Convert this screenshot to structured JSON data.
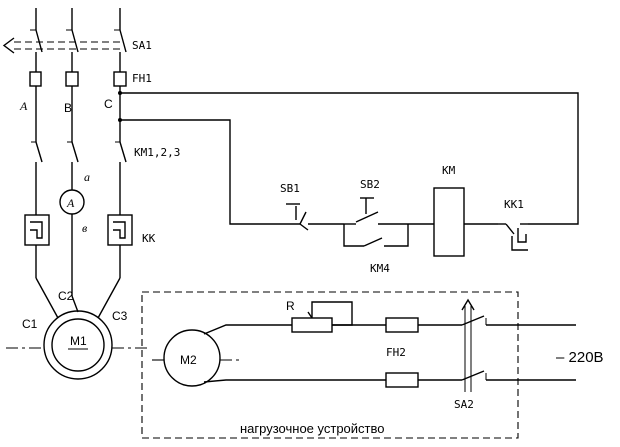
{
  "labels": {
    "sa1": "SA1",
    "fh1": "FH1",
    "phase_a": "A",
    "phase_b": "B",
    "phase_c": "C",
    "km123": "KM1,2,3",
    "ammeter": "A",
    "node_a": "а",
    "node_b": "в",
    "kk": "KK",
    "c1": "C1",
    "c2": "C2",
    "c3": "C3",
    "m1": "M1",
    "sb1": "SB1",
    "sb2": "SB2",
    "km": "KM",
    "kk1": "KK1",
    "km4": "KM4",
    "r": "R",
    "m2": "M2",
    "fh2": "FH2",
    "voltage": "– 220В",
    "sa2": "SA2",
    "load_device": "нагрузочное устройство"
  }
}
